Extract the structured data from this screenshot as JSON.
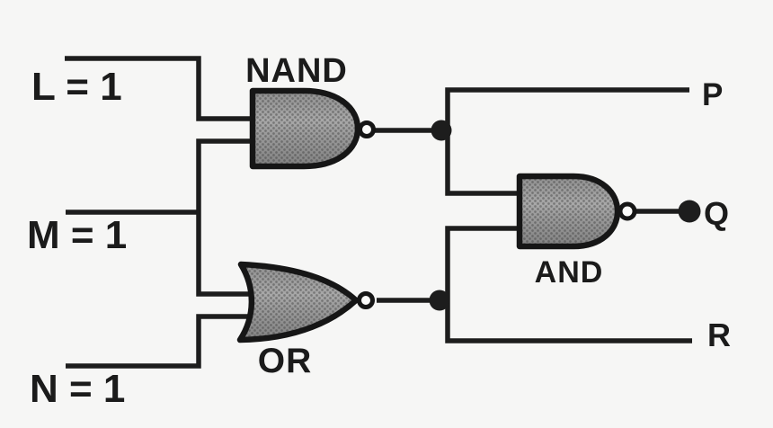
{
  "diagram": {
    "type": "logic-gate-circuit",
    "inputs": [
      {
        "id": "L",
        "label": "L = 1"
      },
      {
        "id": "M",
        "label": "M = 1"
      },
      {
        "id": "N",
        "label": "N = 1"
      }
    ],
    "gates": [
      {
        "id": "nand",
        "label": "NAND",
        "shape": "and-body-with-bubble"
      },
      {
        "id": "or",
        "label": "OR",
        "shape": "or-body-with-bubble"
      },
      {
        "id": "and",
        "label": "AND",
        "shape": "and-body-with-bubble"
      }
    ],
    "outputs": [
      {
        "id": "P",
        "label": "P"
      },
      {
        "id": "Q",
        "label": "Q"
      },
      {
        "id": "R",
        "label": "R"
      }
    ],
    "colors": {
      "background": "#f6f6f5",
      "line": "#1d1d1d",
      "gate_outline": "#161616",
      "gate_fill_mid": "#8f8f8f",
      "gate_fill_light": "#a8a8a8",
      "gate_fill_dark": "#828282",
      "halftone_dot": "#3f3f3f",
      "bubble_fill": "#fbfbfa"
    }
  }
}
